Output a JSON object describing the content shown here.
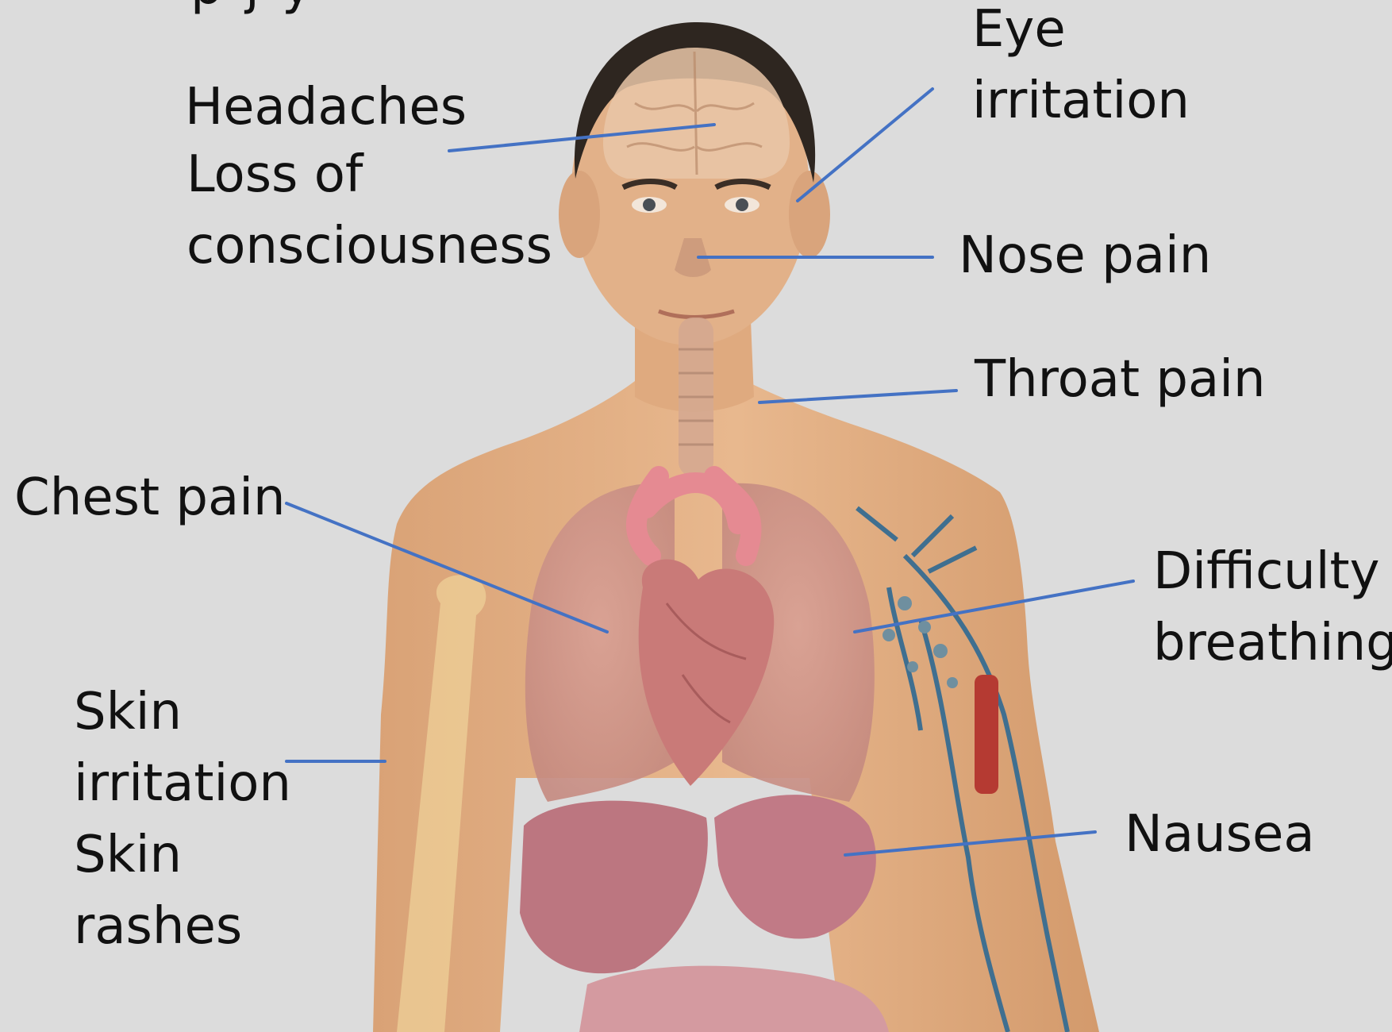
{
  "title_fragment": "p  j y",
  "colors": {
    "background": "#dcdcdc",
    "text": "#111111",
    "pointer_line": "#4472c4"
  },
  "symptoms": {
    "headaches": "Headaches",
    "loss_consciousness": [
      "Loss of",
      "consciousness"
    ],
    "eye_irritation": [
      "Eye",
      "irritation"
    ],
    "nose_pain": "Nose pain",
    "throat_pain": "Throat pain",
    "chest_pain": "Chest pain",
    "difficulty_breathing": [
      "Difficulty",
      "breathing"
    ],
    "skin_irritation": [
      "Skin",
      "irritation"
    ],
    "skin_rashes": [
      "Skin",
      "rashes"
    ],
    "nausea": "Nausea"
  }
}
